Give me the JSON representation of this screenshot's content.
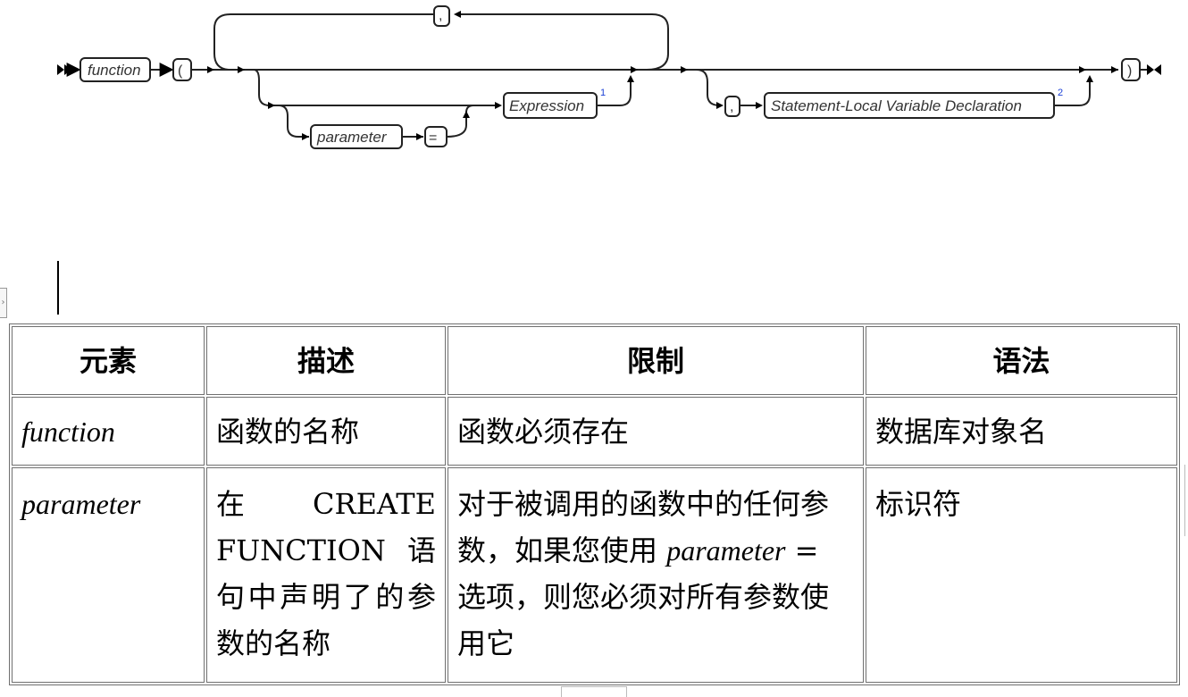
{
  "diagram": {
    "function_label": "function",
    "open_paren": "(",
    "comma_loop": ",",
    "parameter_label": "parameter",
    "equals": "=",
    "expression_label": "Expression",
    "expression_note": "1",
    "comma_decl": ",",
    "decl_label": "Statement-Local Variable Declaration",
    "decl_note": "2",
    "close_paren": ")"
  },
  "table": {
    "headers": [
      "元素",
      "描述",
      "限制",
      "语法"
    ],
    "rows": [
      {
        "element": "function",
        "description": "函数的名称",
        "restriction": "函数必须存在",
        "syntax": "数据库对象名"
      },
      {
        "element": "parameter",
        "description": "在 CREATE FUNCTION 语句中声明了的参数的名称",
        "restriction_pre": "对于被调用的函数中的任何参数，如果您使用",
        "restriction_term": "parameter",
        "restriction_post": "= 选项，则您必须对所有参数使用它",
        "syntax": "标识符"
      }
    ]
  }
}
